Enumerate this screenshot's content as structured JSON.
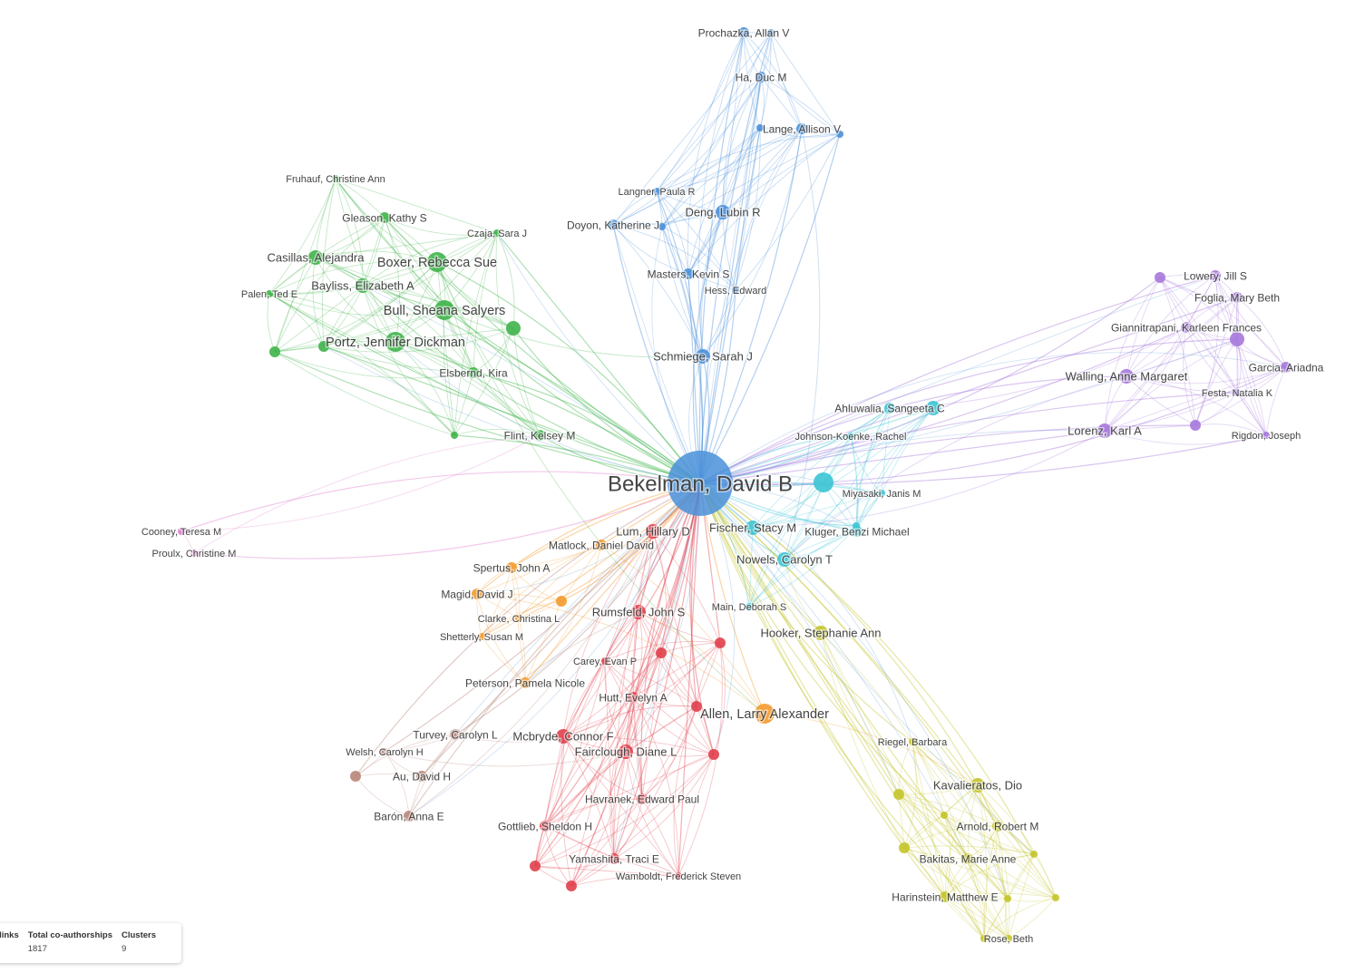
{
  "colors": {
    "blue": "#4a90d9",
    "green": "#3fb44a",
    "purple": "#a678dc",
    "cyan": "#3cc4d4",
    "red": "#e0404c",
    "orange": "#f39a2e",
    "yellow": "#c4c42a",
    "brown": "#b8867a",
    "pink": "#e07cd0"
  },
  "nodes": [
    {
      "id": "bekelman",
      "label": "Bekelman, David B",
      "cluster": "blue",
      "size": "xl"
    },
    {
      "id": "prochazka",
      "label": "Prochazka, Allan V",
      "cluster": "blue",
      "size": "s"
    },
    {
      "id": "ha",
      "label": "Ha, Duc M",
      "cluster": "blue",
      "size": "s"
    },
    {
      "id": "lange",
      "label": "Lange, Allison V",
      "cluster": "blue",
      "size": "s"
    },
    {
      "id": "langner",
      "label": "Langner, Paula R",
      "cluster": "blue",
      "size": "xs"
    },
    {
      "id": "deng",
      "label": "Deng, Lubin R",
      "cluster": "blue",
      "size": "m"
    },
    {
      "id": "doyon",
      "label": "Doyon, Katherine J",
      "cluster": "blue",
      "size": "s"
    },
    {
      "id": "masters",
      "label": "Masters, Kevin S",
      "cluster": "blue",
      "size": "s"
    },
    {
      "id": "hess",
      "label": "Hess, Edward",
      "cluster": "blue",
      "size": "xs"
    },
    {
      "id": "schmiege",
      "label": "Schmiege, Sarah J",
      "cluster": "blue",
      "size": "m"
    },
    {
      "id": "fruhauf",
      "label": "Fruhauf, Christine Ann",
      "cluster": "green",
      "size": "xs"
    },
    {
      "id": "gleason",
      "label": "Gleason, Kathy S",
      "cluster": "green",
      "size": "s"
    },
    {
      "id": "czaja",
      "label": "Czaja, Sara J",
      "cluster": "green",
      "size": "xs"
    },
    {
      "id": "casillas",
      "label": "Casillas, Alejandra",
      "cluster": "green",
      "size": "m"
    },
    {
      "id": "boxer",
      "label": "Boxer, Rebecca Sue",
      "cluster": "green",
      "size": "l"
    },
    {
      "id": "bayliss",
      "label": "Bayliss, Elizabeth A",
      "cluster": "green",
      "size": "m"
    },
    {
      "id": "palen",
      "label": "Palen, Ted E",
      "cluster": "green",
      "size": "xs"
    },
    {
      "id": "bull",
      "label": "Bull, Sheana Salyers",
      "cluster": "green",
      "size": "l"
    },
    {
      "id": "portz",
      "label": "Portz, Jennifer Dickman",
      "cluster": "green",
      "size": "l"
    },
    {
      "id": "elsbernd",
      "label": "Elsbernd, Kira",
      "cluster": "green",
      "size": "s"
    },
    {
      "id": "flint",
      "label": "Flint, Kelsey M",
      "cluster": "green",
      "size": "s"
    },
    {
      "id": "lowery",
      "label": "Lowery, Jill S",
      "cluster": "purple",
      "size": "s"
    },
    {
      "id": "foglia",
      "label": "Foglia, Mary Beth",
      "cluster": "purple",
      "size": "s"
    },
    {
      "id": "giannitrapani",
      "label": "Giannitrapani, Karleen Frances",
      "cluster": "purple",
      "size": "s"
    },
    {
      "id": "garcia",
      "label": "Garcia, Ariadna",
      "cluster": "purple",
      "size": "s"
    },
    {
      "id": "walling",
      "label": "Walling, Anne Margaret",
      "cluster": "purple",
      "size": "m"
    },
    {
      "id": "festa",
      "label": "Festa, Natalia K",
      "cluster": "purple",
      "size": "xs"
    },
    {
      "id": "lorenz",
      "label": "Lorenz, Karl A",
      "cluster": "purple",
      "size": "m"
    },
    {
      "id": "rigdon",
      "label": "Rigdon, Joseph",
      "cluster": "purple",
      "size": "xs"
    },
    {
      "id": "ahluwalia",
      "label": "Ahluwalia, Sangeeta C",
      "cluster": "cyan",
      "size": "s"
    },
    {
      "id": "johnson",
      "label": "Johnson-Koenke, Rachel",
      "cluster": "cyan",
      "size": "xs"
    },
    {
      "id": "miyasaki",
      "label": "Miyasaki, Janis M",
      "cluster": "cyan",
      "size": "xs"
    },
    {
      "id": "fischer",
      "label": "Fischer, Stacy M",
      "cluster": "cyan",
      "size": "m"
    },
    {
      "id": "kluger",
      "label": "Kluger, Benzi Michael",
      "cluster": "cyan",
      "size": "s"
    },
    {
      "id": "nowels",
      "label": "Nowels, Carolyn T",
      "cluster": "cyan",
      "size": "m"
    },
    {
      "id": "main",
      "label": "Main, Deborah S",
      "cluster": "cyan",
      "size": "xs"
    },
    {
      "id": "lum",
      "label": "Lum, Hillary D",
      "cluster": "red",
      "size": "m"
    },
    {
      "id": "matlock",
      "label": "Matlock, Daniel David",
      "cluster": "orange",
      "size": "s"
    },
    {
      "id": "spertus",
      "label": "Spertus, John A",
      "cluster": "orange",
      "size": "s"
    },
    {
      "id": "magid",
      "label": "Magid, David J",
      "cluster": "orange",
      "size": "s"
    },
    {
      "id": "clarke",
      "label": "Clarke, Christina L",
      "cluster": "orange",
      "size": "xs"
    },
    {
      "id": "shetterly",
      "label": "Shetterly, Susan M",
      "cluster": "orange",
      "size": "xs"
    },
    {
      "id": "peterson",
      "label": "Peterson, Pamela Nicole",
      "cluster": "orange",
      "size": "s"
    },
    {
      "id": "allen",
      "label": "Allen, Larry Alexander",
      "cluster": "orange",
      "size": "l"
    },
    {
      "id": "rumsfeld",
      "label": "Rumsfeld, John S",
      "cluster": "red",
      "size": "m"
    },
    {
      "id": "carey",
      "label": "Carey, Evan P",
      "cluster": "red",
      "size": "xs"
    },
    {
      "id": "hutt",
      "label": "Hutt, Evelyn A",
      "cluster": "red",
      "size": "s"
    },
    {
      "id": "mcbryde",
      "label": "Mcbryde, Connor F",
      "cluster": "red",
      "size": "m"
    },
    {
      "id": "fairclough",
      "label": "Fairclough, Diane L",
      "cluster": "red",
      "size": "m"
    },
    {
      "id": "havranek",
      "label": "Havranek, Edward Paul",
      "cluster": "red",
      "size": "s"
    },
    {
      "id": "gottlieb",
      "label": "Gottlieb, Sheldon H",
      "cluster": "red",
      "size": "s"
    },
    {
      "id": "yamashita",
      "label": "Yamashita, Traci E",
      "cluster": "red",
      "size": "s"
    },
    {
      "id": "wamboldt",
      "label": "Wamboldt, Frederick Steven",
      "cluster": "red",
      "size": "xs"
    },
    {
      "id": "hooker",
      "label": "Hooker, Stephanie Ann",
      "cluster": "yellow",
      "size": "m"
    },
    {
      "id": "riegel",
      "label": "Riegel, Barbara",
      "cluster": "yellow",
      "size": "xs"
    },
    {
      "id": "kavalieratos",
      "label": "Kavalieratos, Dio",
      "cluster": "yellow",
      "size": "m"
    },
    {
      "id": "arnold",
      "label": "Arnold, Robert M",
      "cluster": "yellow",
      "size": "s"
    },
    {
      "id": "bakitas",
      "label": "Bakitas, Marie Anne",
      "cluster": "yellow",
      "size": "s"
    },
    {
      "id": "harinstein",
      "label": "Harinstein, Matthew E",
      "cluster": "yellow",
      "size": "s"
    },
    {
      "id": "rose",
      "label": "Rose, Beth",
      "cluster": "yellow",
      "size": "xs"
    },
    {
      "id": "turvey",
      "label": "Turvey, Carolyn L",
      "cluster": "brown",
      "size": "s"
    },
    {
      "id": "welsh",
      "label": "Welsh, Carolyn H",
      "cluster": "brown",
      "size": "xs"
    },
    {
      "id": "au",
      "label": "Au, David H",
      "cluster": "brown",
      "size": "s"
    },
    {
      "id": "baron",
      "label": "Barón, Anna E",
      "cluster": "brown",
      "size": "s"
    },
    {
      "id": "cooney",
      "label": "Cooney, Teresa M",
      "cluster": "pink",
      "size": "xs"
    },
    {
      "id": "proulx",
      "label": "Proulx, Christine M",
      "cluster": "pink",
      "size": "xs"
    }
  ],
  "unlabeled_nodes": [
    {
      "cluster": "blue",
      "size": "xs"
    },
    {
      "cluster": "blue",
      "size": "xs"
    },
    {
      "cluster": "blue",
      "size": "xs"
    },
    {
      "cluster": "blue",
      "size": "xs"
    },
    {
      "cluster": "green",
      "size": "m"
    },
    {
      "cluster": "green",
      "size": "s"
    },
    {
      "cluster": "green",
      "size": "s"
    },
    {
      "cluster": "green",
      "size": "xs"
    },
    {
      "cluster": "purple",
      "size": "s"
    },
    {
      "cluster": "purple",
      "size": "m"
    },
    {
      "cluster": "purple",
      "size": "s"
    },
    {
      "cluster": "cyan",
      "size": "m"
    },
    {
      "cluster": "cyan",
      "size": "l"
    },
    {
      "cluster": "cyan",
      "size": "xs"
    },
    {
      "cluster": "orange",
      "size": "s"
    },
    {
      "cluster": "red",
      "size": "s"
    },
    {
      "cluster": "red",
      "size": "s"
    },
    {
      "cluster": "red",
      "size": "s"
    },
    {
      "cluster": "red",
      "size": "s"
    },
    {
      "cluster": "red",
      "size": "s"
    },
    {
      "cluster": "red",
      "size": "s"
    },
    {
      "cluster": "yellow",
      "size": "s"
    },
    {
      "cluster": "yellow",
      "size": "s"
    },
    {
      "cluster": "yellow",
      "size": "xs"
    },
    {
      "cluster": "yellow",
      "size": "xs"
    },
    {
      "cluster": "yellow",
      "size": "xs"
    },
    {
      "cluster": "yellow",
      "size": "xs"
    },
    {
      "cluster": "yellow",
      "size": "xs"
    },
    {
      "cluster": "brown",
      "size": "s"
    }
  ],
  "stats": {
    "links_label": "ip links",
    "coauthorships_label": "Total co-authorships",
    "coauthorships_value": "1817",
    "clusters_label": "Clusters",
    "clusters_value": "9"
  }
}
